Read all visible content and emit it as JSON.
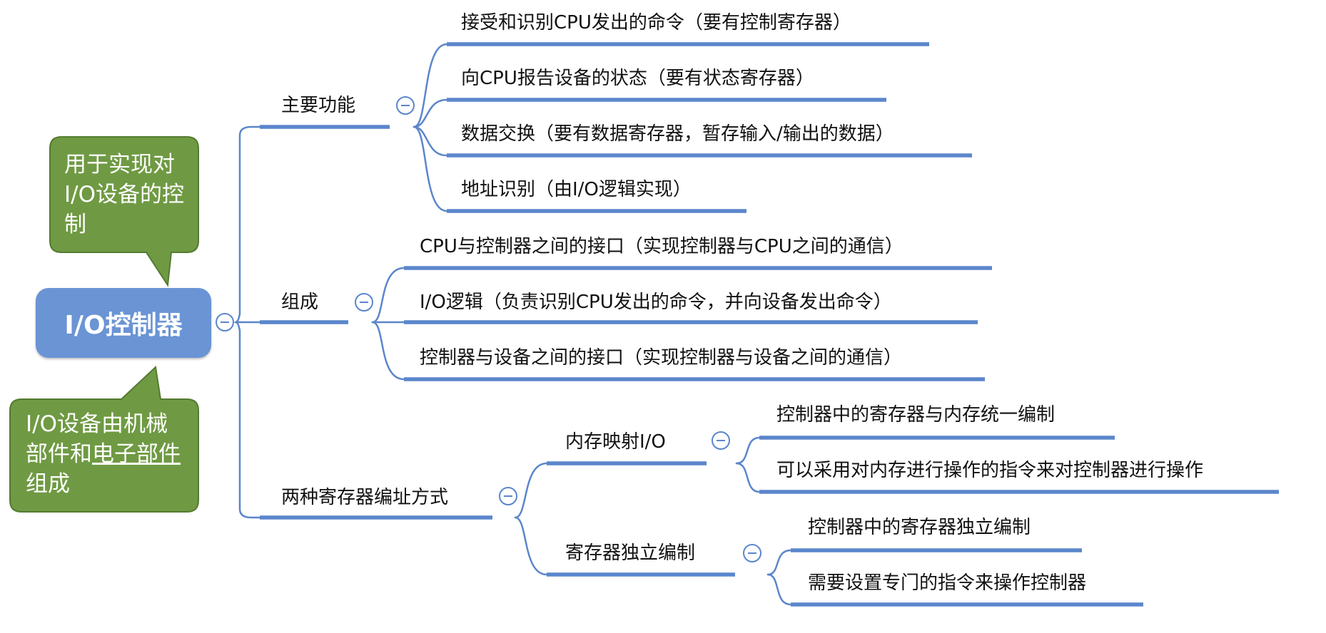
{
  "root": {
    "label": "I/O控制器"
  },
  "callouts": {
    "top": {
      "text": "用于实现对I/O设备的控制"
    },
    "bottom": {
      "text_part1": "I/O设备由机械部件和",
      "text_underline": "电子部件",
      "text_part2": "组成"
    }
  },
  "branches": {
    "functions": {
      "label": "主要功能",
      "items": [
        "接受和识别CPU发出的命令（要有控制寄存器）",
        "向CPU报告设备的状态（要有状态寄存器）",
        "数据交换（要有数据寄存器，暂存输入/输出的数据）",
        "地址识别（由I/O逻辑实现）"
      ]
    },
    "composition": {
      "label": "组成",
      "items": [
        "CPU与控制器之间的接口（实现控制器与CPU之间的通信）",
        "I/O逻辑（负责识别CPU发出的命令，并向设备发出命令）",
        "控制器与设备之间的接口（实现控制器与设备之间的通信）"
      ]
    },
    "addressing": {
      "label": "两种寄存器编址方式",
      "memory_mapped": {
        "label": "内存映射I/O",
        "items": [
          "控制器中的寄存器与内存统一编制",
          "可以采用对内存进行操作的指令来对控制器进行操作"
        ]
      },
      "independent": {
        "label": "寄存器独立编制",
        "items": [
          "控制器中的寄存器独立编制",
          "需要设置专门的指令来操作控制器"
        ]
      }
    }
  },
  "colors": {
    "line": "#5b86cc",
    "root_fill": "#6a94d4",
    "callout_fill": "#6f9a43",
    "callout_stroke": "#557a31",
    "collapse_stroke": "#5b86cc"
  }
}
